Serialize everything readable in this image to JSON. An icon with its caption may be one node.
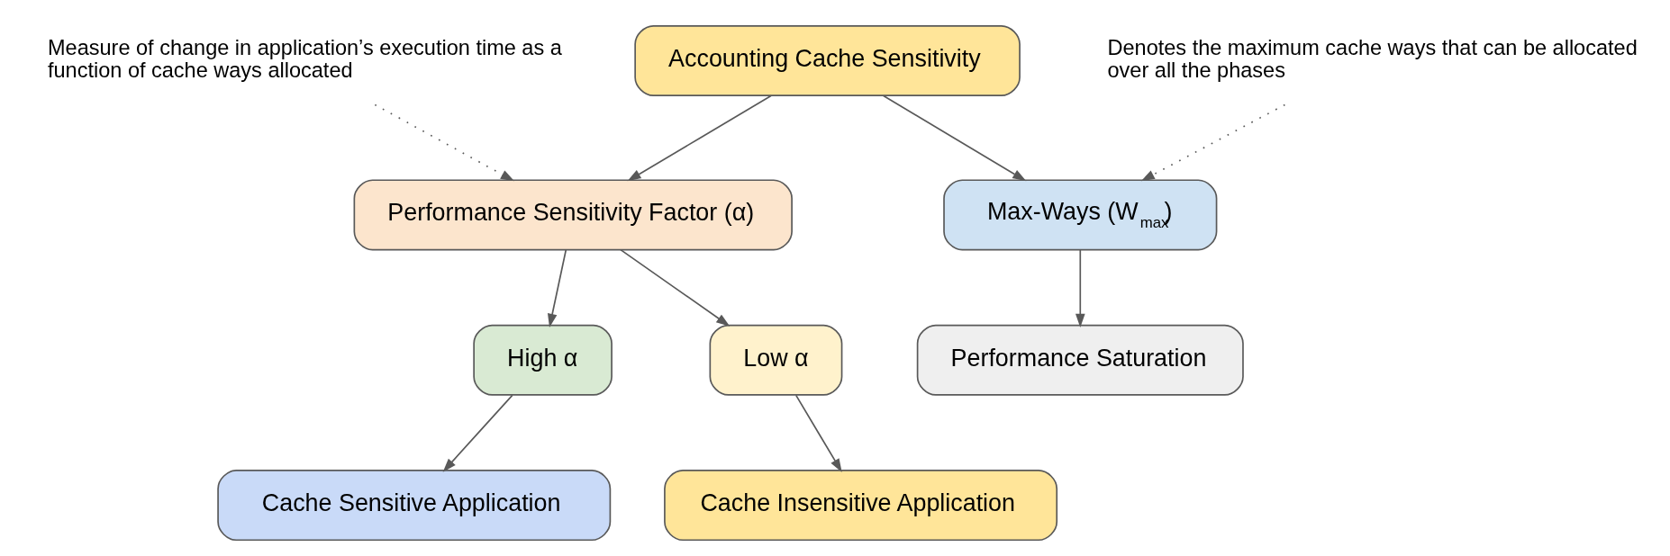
{
  "diagram": {
    "nodes": [
      {
        "text": [
          "Accounting Cache Sensitivity"
        ]
      },
      {
        "text": [
          "Measure of change in application’s execution time as a function of cache ways allocated"
        ]
      },
      {
        "text": [
          "Performance Sensitivity Factor (α)"
        ]
      },
      {
        "text": [
          "Denotes the maximum cache ways that can be allocated over all the phases"
        ]
      },
      {
        "text": [
          "Max-Ways (W$_{max}$)"
        ]
      },
      {
        "text": [
          "High α"
        ]
      },
      {
        "text": [
          "Low α"
        ]
      },
      {
        "text": [
          "Performance Saturation"
        ]
      },
      {
        "text": [
          "Cache Sensitive Application"
        ]
      },
      {
        "text": [
          "Cache Insensitive Application"
        ]
      }
    ],
    "edges": [
      {
        "from": 0,
        "to": 2,
        "arrow": "to"
      },
      {
        "from": 0,
        "to": 4,
        "arrow": "to"
      },
      {
        "from": 1,
        "to": 2,
        "arrow": "to",
        "style": "dashed"
      },
      {
        "from": 3,
        "to": 4,
        "arrow": "to",
        "style": "dashed"
      },
      {
        "from": 2,
        "to": 5,
        "arrow": "to"
      },
      {
        "from": 2,
        "to": 6,
        "arrow": "to"
      },
      {
        "from": 4,
        "to": 7,
        "arrow": "to"
      },
      {
        "from": 5,
        "to": 8,
        "arrow": "to"
      },
      {
        "from": 6,
        "to": 9,
        "arrow": "to"
      }
    ]
  }
}
